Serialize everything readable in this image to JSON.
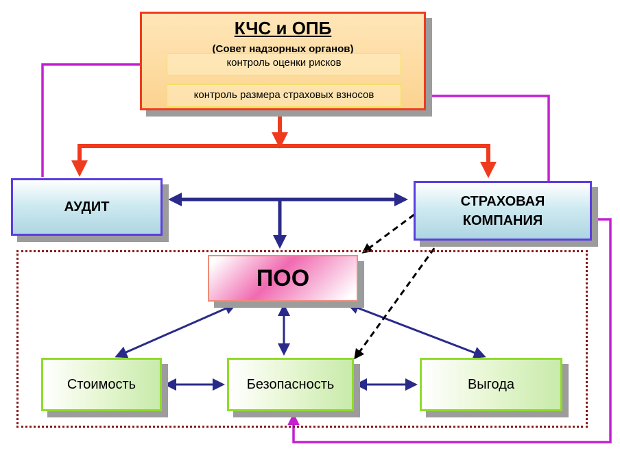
{
  "top": {
    "title": "КЧС и ОПБ",
    "subtitle": "(Совет надзорных органов)",
    "control1": "контроль оценки рисков",
    "control2": "контроль размера страховых взносов"
  },
  "audit": {
    "label": "АУДИТ"
  },
  "insurer": {
    "line1": "СТРАХОВАЯ",
    "line2": "КОМПАНИЯ"
  },
  "center": {
    "label": "ПОО"
  },
  "bottom": {
    "cost": "Стоимость",
    "safety": "Безопасность",
    "benefit": "Выгода"
  },
  "colors": {
    "red_arrow": "#f03a1e",
    "navy_arrow": "#2a2a8a",
    "magenta_arrow": "#c420d0",
    "dashed_arrow": "#000000"
  }
}
